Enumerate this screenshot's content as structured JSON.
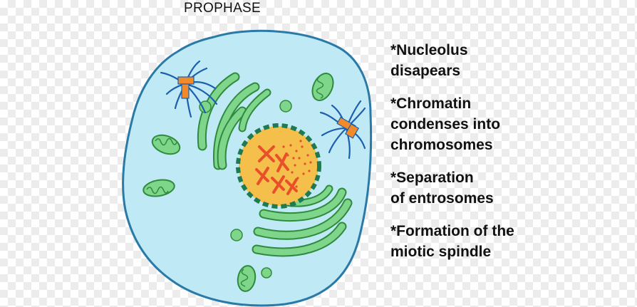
{
  "title": "PROPHASE",
  "notes": [
    "*Nucleolus\n disapears",
    "*Chromatin\ncondenses into\nchromosomes",
    "*Separation\nof entrosomes",
    "*Formation of the\nmiotic spindle"
  ],
  "colors": {
    "cytoplasm": "#bfe9f4",
    "membrane": "#2a7aa8",
    "organelle": "#7fd68a",
    "organelle_outline": "#2e8b3e",
    "nucleus": "#f4bf4a",
    "nuclear_envelope": "#1f7a52",
    "chromosome": "#e8502a",
    "centrosome": "#f08a2a",
    "spindle": "#1b5fae"
  }
}
